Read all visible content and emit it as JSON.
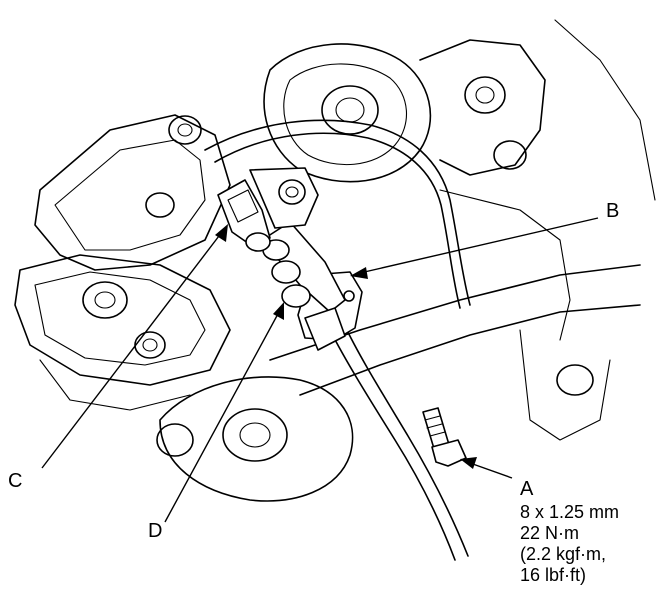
{
  "callouts": {
    "a": "A",
    "b": "B",
    "c": "C",
    "d": "D"
  },
  "spec_a": {
    "size": "8 x 1.25 mm",
    "torque_nm": "22 N·m",
    "torque_kgfm": "(2.2 kgf·m,",
    "torque_lbfft": "16 lbf·ft)"
  }
}
